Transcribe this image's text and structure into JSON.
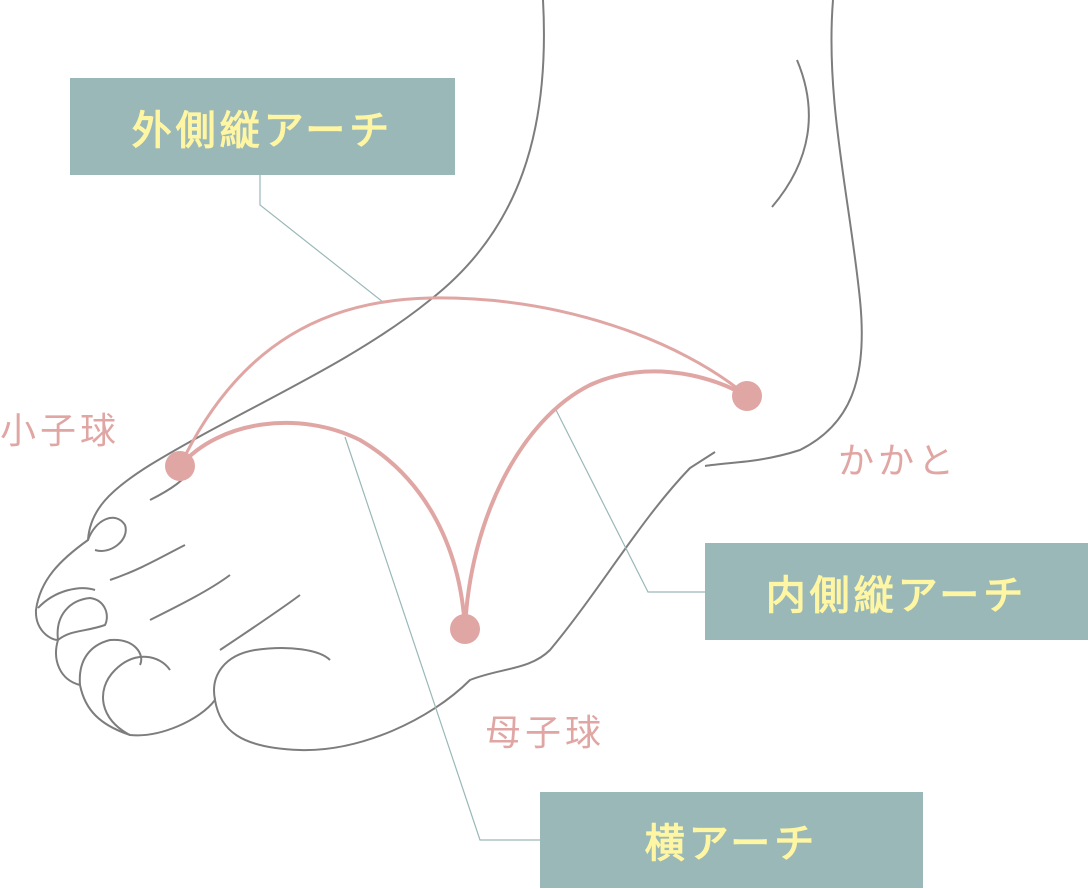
{
  "labels": {
    "lateral_arch": "外側縦アーチ",
    "medial_arch": "内側縦アーチ",
    "transverse_arch": "横アーチ",
    "little_toe_ball": "小子球",
    "heel": "かかと",
    "big_toe_ball": "母子球"
  },
  "colors": {
    "box": "#9ab8b7",
    "box_text": "#fff6a3",
    "arch": "#e0a6a4",
    "outline": "#808080",
    "leader": "#9ab8b7"
  }
}
